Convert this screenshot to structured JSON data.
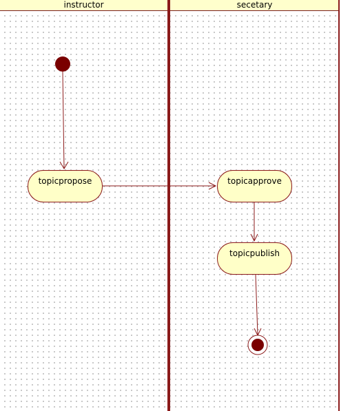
{
  "lanes": {
    "instructor": "instructor",
    "secretary": "secetary"
  },
  "actions": {
    "propose": "topicpropose",
    "approve": "topicapprove",
    "publish": "topicpublish"
  },
  "colors": {
    "border": "#8b1a1a",
    "node_fill": "#ffffc8",
    "node_dark": "#7a0000"
  }
}
